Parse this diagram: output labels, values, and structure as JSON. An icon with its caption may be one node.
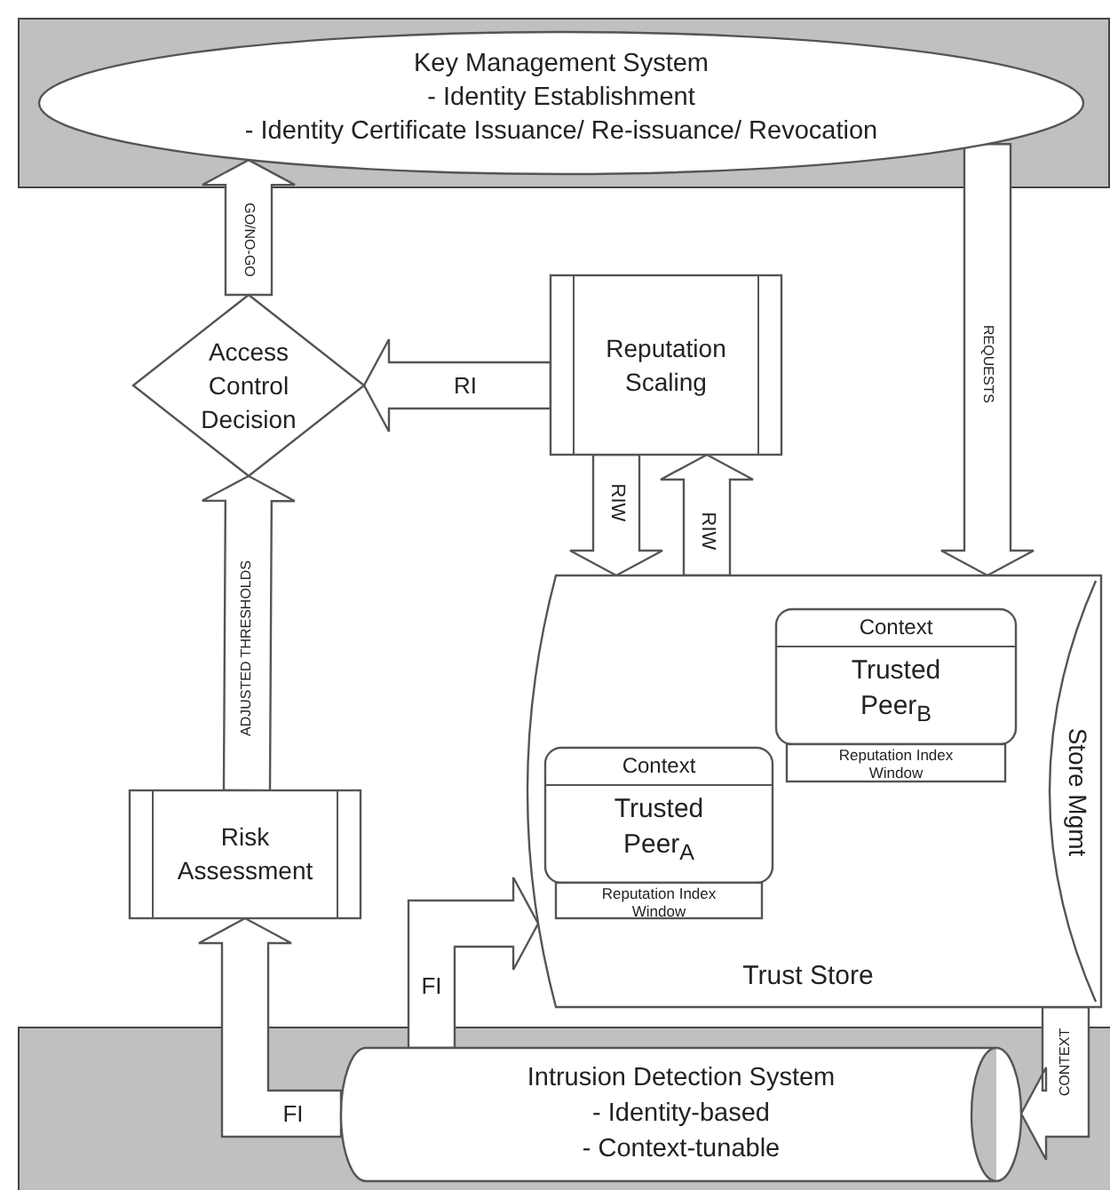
{
  "diagram": {
    "nodes": [
      {
        "text": [
          "Key Management System",
          "- Identity Establishment",
          "- Identity Certificate Issuance/ Re-issuance/ Revocation"
        ]
      },
      {
        "text": [
          "Access Control Decision"
        ]
      },
      {
        "text": [
          "Reputation Scaling"
        ]
      },
      {
        "text": [
          "Risk Assessment"
        ]
      },
      {
        "text": [
          "Trust Store",
          "Store Mgmt"
        ]
      },
      {
        "text": [
          "Context",
          "Trusted Peer$_{B}$",
          "Reputation Index Window"
        ],
        "in": 4
      },
      {
        "text": [
          "Context",
          "Trusted Peer$_{A}$",
          "Reputation Index Window"
        ],
        "in": 4
      },
      {
        "text": [
          "Intrusion Detection System",
          "- Identity-based",
          "- Context-tunable"
        ]
      }
    ],
    "edges": [
      {
        "from": 1,
        "to": 0,
        "arrow": "to",
        "label": "GO/NO-GO"
      },
      {
        "from": 2,
        "to": 1,
        "arrow": "to",
        "label": "RI"
      },
      {
        "from": 2,
        "to": 4,
        "arrow": "to",
        "label": "RIW"
      },
      {
        "from": 4,
        "to": 2,
        "arrow": "to",
        "label": "RIW"
      },
      {
        "from": 0,
        "to": 4,
        "arrow": "to",
        "label": "REQUESTS"
      },
      {
        "from": 3,
        "to": 1,
        "arrow": "to",
        "label": "ADJUSTED THRESHOLDS"
      },
      {
        "from": 7,
        "to": 3,
        "arrow": "to",
        "label": "FI"
      },
      {
        "from": 7,
        "to": 4,
        "arrow": "to",
        "label": "FI"
      },
      {
        "from": 4,
        "to": 7,
        "arrow": "to",
        "label": "CONTEXT"
      }
    ]
  }
}
